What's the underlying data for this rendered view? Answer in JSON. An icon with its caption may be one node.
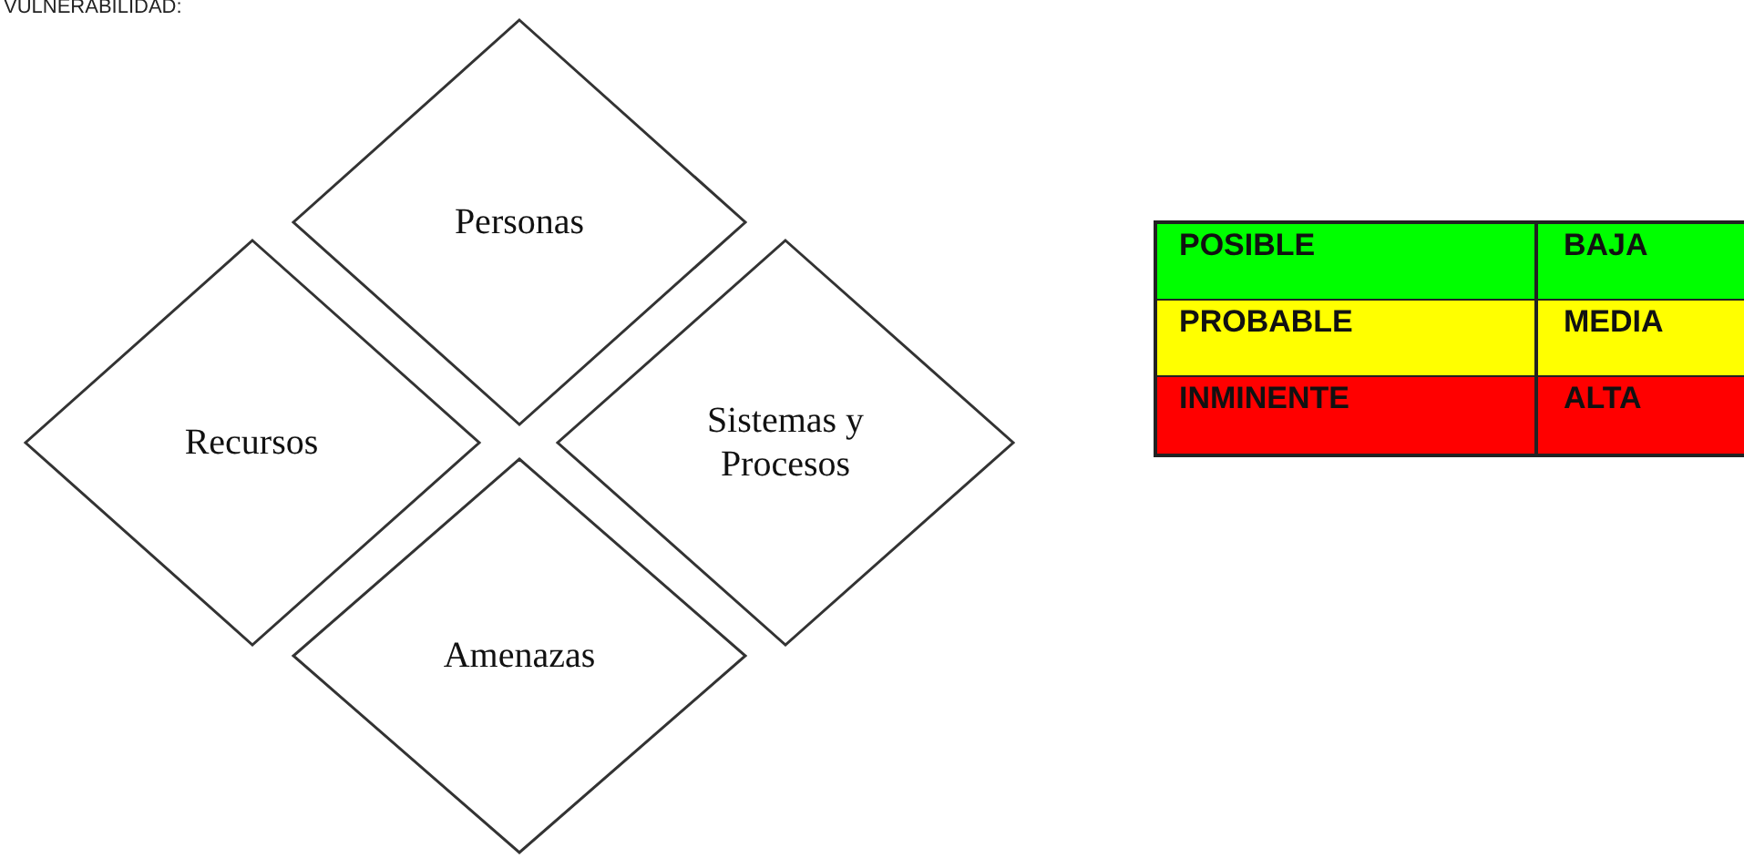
{
  "diagram": {
    "title": "VULNERABILIDAD:",
    "nodes": [
      {
        "text": [
          "Personas"
        ]
      },
      {
        "text": [
          "Recursos"
        ]
      },
      {
        "text": [
          "Sistemas y Procesos"
        ]
      },
      {
        "text": [
          "Amenazas"
        ]
      }
    ],
    "labels": [
      "POSIBLE",
      "BAJA",
      "PROBABLE",
      "MEDIA",
      "INMINENTE",
      "ALTA"
    ]
  }
}
